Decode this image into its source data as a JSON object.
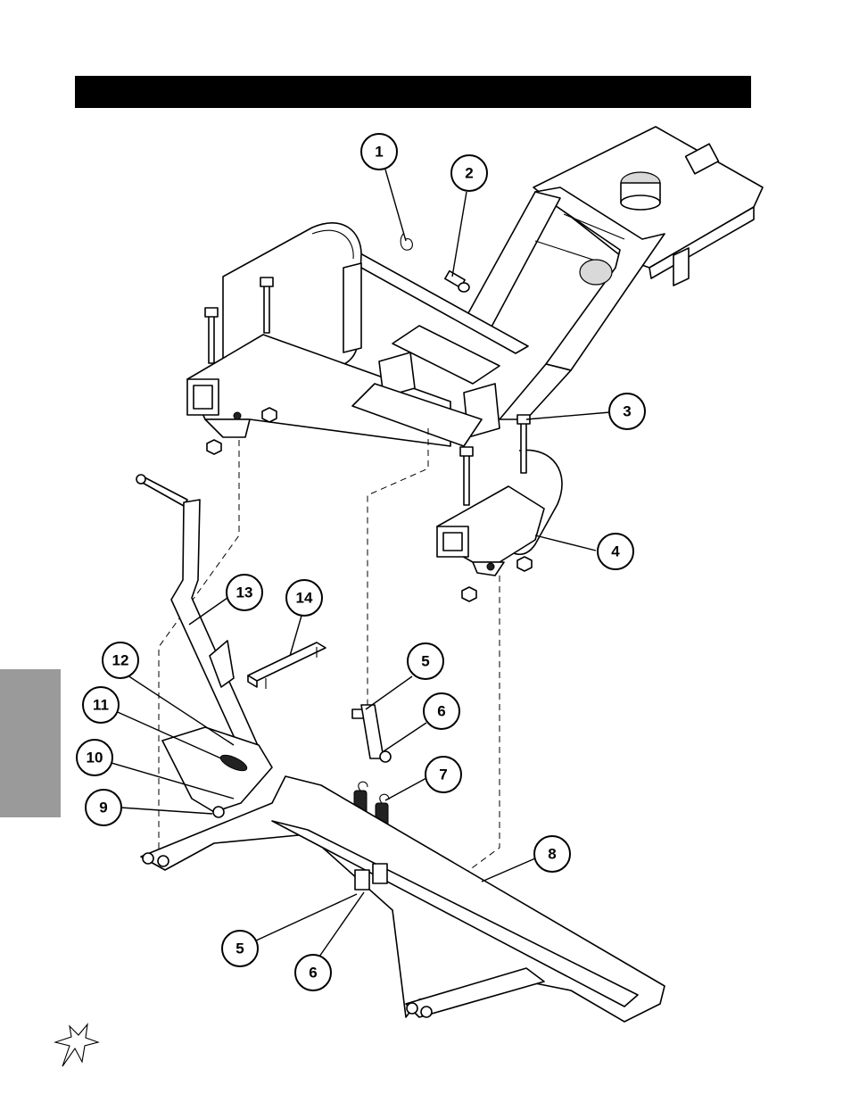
{
  "diagram": {
    "callouts": [
      {
        "id": "c1",
        "label": "1"
      },
      {
        "id": "c2",
        "label": "2"
      },
      {
        "id": "c3",
        "label": "3"
      },
      {
        "id": "c4",
        "label": "4"
      },
      {
        "id": "c5a",
        "label": "5"
      },
      {
        "id": "c6a",
        "label": "6"
      },
      {
        "id": "c7",
        "label": "7"
      },
      {
        "id": "c8",
        "label": "8"
      },
      {
        "id": "c9",
        "label": "9"
      },
      {
        "id": "c10",
        "label": "10"
      },
      {
        "id": "c11",
        "label": "11"
      },
      {
        "id": "c12",
        "label": "12"
      },
      {
        "id": "c13",
        "label": "13"
      },
      {
        "id": "c14",
        "label": "14"
      },
      {
        "id": "c5b",
        "label": "5"
      },
      {
        "id": "c6b",
        "label": "6"
      }
    ]
  },
  "icons": {
    "logo": "brand-star-logo-icon"
  }
}
